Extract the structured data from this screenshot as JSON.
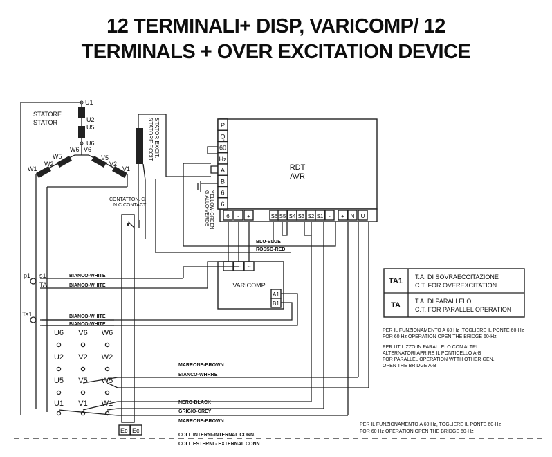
{
  "title": {
    "line1": "12 TERMINALI+ DISP, VARICOMP/ 12",
    "line2": "TERMINALS + OVER EXCITATION DEVICE"
  },
  "stator": {
    "label_it": "STATORE",
    "label_en": "STATOR",
    "u1": "U1",
    "u2": "U2",
    "u5": "U5",
    "u6": "U6",
    "w1": "W1",
    "w2": "W2",
    "w5": "W5",
    "w6": "W6",
    "v1": "V1",
    "v2": "V2",
    "v5": "V5",
    "v6": "V6"
  },
  "exciter_stator": {
    "line1": "STATORE ECCIT.",
    "line2": "STATOR EXCIT."
  },
  "avr": {
    "label1": "RDT",
    "label2": "AVR",
    "left_terminals": [
      "P",
      "Q",
      "60",
      "Hz",
      "A",
      "B",
      "6",
      "6"
    ],
    "bottom_terminals": [
      "6",
      "-",
      "+",
      "S6",
      "S5",
      "S4",
      "S3",
      "S2",
      "S1",
      "-",
      "+",
      "N",
      "U"
    ],
    "ground_wire": {
      "line1": "GIALLO-VERDE",
      "line2": "YELLOW-GREEN"
    }
  },
  "contactor": {
    "line1": "CONTATTON. C.",
    "line2": "N C CONTACT"
  },
  "wires": {
    "blu": "BLU-BLUE",
    "rosso": "ROSSO-RED",
    "bianco_white_1": "BIANCO-WHITE",
    "bianco_white_2": "BIANCO-WHITE",
    "bianco_white_3": "BIANCO-WHITE",
    "bianco_white_4": "BIANCO-WHITE",
    "marrone_1": "MARRONE-BROWN",
    "bianco_w5": "BIANCO-WHRRE",
    "nero": "NERO-BLACK",
    "grigio": "GRIGIO-GREY",
    "marrone_2": "MARRONE-BROWN"
  },
  "varicomp": {
    "label": "VARICOMP",
    "top_terminals": [
      "~",
      "~",
      "~"
    ],
    "right_terminals": [
      "A1",
      "B1"
    ]
  },
  "ct": {
    "p1": "p1",
    "s1": "s1",
    "ta": "TA",
    "ta1": "Ta1"
  },
  "terminal_board": {
    "row1": [
      "U6",
      "V6",
      "W6"
    ],
    "row2": [
      "U2",
      "V2",
      "W2"
    ],
    "row3": [
      "U5",
      "V5",
      "W5"
    ],
    "row4": [
      "U1",
      "V1",
      "W1"
    ]
  },
  "ec": [
    "Ec",
    "Ec"
  ],
  "legend": {
    "rows": [
      {
        "code": "TA1",
        "it": "T.A. DI SOVRAECCITAZIONE",
        "en": "C.T. FOR OVEREXCITATION"
      },
      {
        "code": "TA",
        "it": "T.A. DI PARALLELO",
        "en": "C.T. FOR PARALLEL OPERATION"
      }
    ]
  },
  "notes": {
    "note1_l1": "PER IL FUNZIONAMENTO A 60 Hz ,TOGLIERE IL PONTE 60-Hz",
    "note1_l2": "FOR 60 Hz OPERATION OPEN THE BRIDGE 60-Hz",
    "note2_l1": "PER UTILIZZO IN PARALLELO CON ALTRI",
    "note2_l2": "ALTERNATORI APRIRE IL PONTICELLO A-B",
    "note2_l3": "FOR PARALLEL OPERATION WTTH OTHER GEN.",
    "note2_l4": "OPEN THE BRIDGE A-B",
    "note3_l1": "PER IL FUNZIONAMENTO A 60 Hz, TOGLIERE IL PONTE 60-Hz",
    "note3_l2": "FOR 60 Hz OPERATION OPEN THE BRIDGE 60-Hz"
  },
  "connections": {
    "internal": "COLL INTERNI-INTERNAL CONN.",
    "external": "COLL ESTERNI - EXTERNAL CONN"
  }
}
